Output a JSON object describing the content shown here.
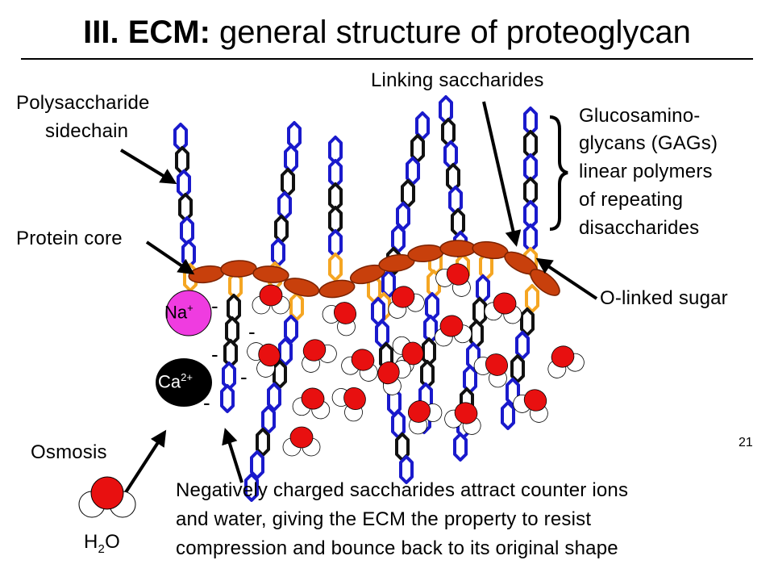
{
  "title": {
    "prefix": "III. ECM:",
    "rest": "general structure of proteoglycan"
  },
  "labels": {
    "linking_saccharides": "Linking saccharides",
    "polysaccharide_line1": "Polysaccharide",
    "polysaccharide_line2": "sidechain",
    "protein_core": "Protein core",
    "gags_lines": [
      "Glucosamino-",
      "glycans (GAGs)",
      "linear polymers",
      "of repeating",
      "disaccharides"
    ],
    "o_linked_sugar": "O-linked sugar",
    "osmosis": "Osmosis",
    "water": "H",
    "water_sub": "2",
    "water_o": "O",
    "sodium": "Na",
    "sodium_charge": "+",
    "calcium": "Ca",
    "calcium_charge": "2+",
    "negative_charge": "-",
    "description_lines": [
      "Negatively charged saccharides attract counter ions",
      "and water, giving the ECM the property to resist",
      "compression and bounce back to its original shape"
    ],
    "page_number": "21"
  },
  "colors": {
    "blue_ring": "#1a1acc",
    "black_ring": "#111111",
    "orange_ring": "#f5a623",
    "core_fill": "#c8400c",
    "core_stroke": "#7a2200",
    "oxygen": "#e81010",
    "sodium": "#ef3ce0",
    "calcium": "#000000"
  }
}
